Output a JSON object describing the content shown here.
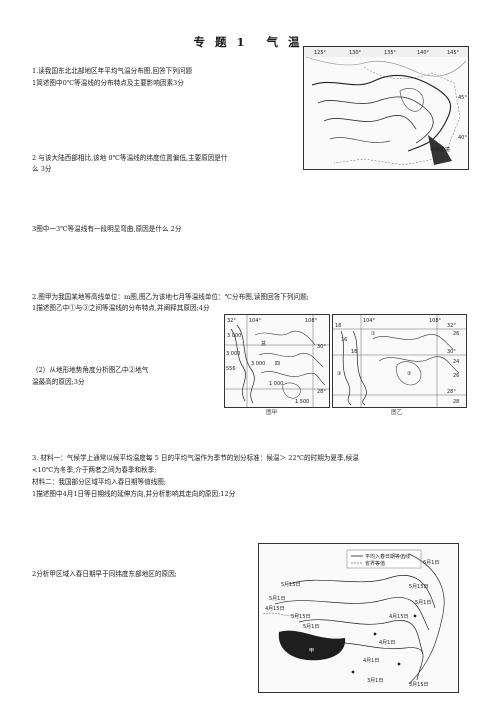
{
  "doc": {
    "title_a": "专 题 1",
    "title_b": "气 温"
  },
  "q1": {
    "intro": "1.读我国东北北部地区年平均气温分布图,回答下列问题",
    "sub1": "1简述图中0℃等温线的分布特点及主要影响因素3分",
    "sub2_l1": "2 与该大陆西部相比,该地 0℃等温线的纬度位置偏低,主要原因是什",
    "sub2_l2": "么 3分",
    "sub3": "3图中一3℃等温线有一段明显弯曲,原因是什么 2分",
    "map": {
      "lon": [
        "125°",
        "130°",
        "135°",
        "140°",
        "145°"
      ],
      "lat": [
        "45°",
        "40°"
      ],
      "place": "中朝边境"
    }
  },
  "q2": {
    "intro": "2.图甲为我国某地等高线单位：m图,图乙为该地七月等温线单位：℃分布图,读图回答下列问题;",
    "sub1": "1描述图乙中①与③之间等温线的分布特点,并阐释其原因;4分",
    "sub2_l1": "（2）从地形地势角度分析图乙中②地气",
    "sub2_l2": "温最高的原因;3分",
    "map_a": {
      "caption": "图甲",
      "lon": [
        "104°",
        "108°"
      ],
      "lat": [
        "32°",
        "30°",
        "28°"
      ],
      "elev": [
        "3 000",
        "3 000",
        "556",
        "3 000",
        "1 000",
        "1 500"
      ],
      "basin": "盆",
      "label_b": "四"
    },
    "map_b": {
      "caption": "图乙",
      "lon": [
        "104°",
        "108°"
      ],
      "lat": [
        "32°",
        "30°",
        "28°"
      ],
      "temps": [
        "18",
        "16",
        "18",
        "26",
        "24",
        "26",
        "28"
      ],
      "marks": [
        "①",
        "②",
        "③"
      ]
    }
  },
  "q3": {
    "intro_l1": "3. 材料一：气候学上通常以候平均温度每 5 日的平均气温作为季节的划分标准：候温＞ 22℃的时期为夏季,候温",
    "intro_l2": "<10℃为冬季,介于两者之间为春季和秋季;",
    "m2": "材料二：我国部分区域平均入春日期等值线图;",
    "sub1": "1描述图中4月1日等日期线的延伸方向,并分析影响其走向的原因;12分",
    "sub2": "2分析甲区域入春日期早于同纬度东部地区的原因;",
    "map": {
      "legend_1": "平均入春日期等值线",
      "legend_2": "省界等值",
      "dates": [
        "6月1日",
        "5月15日",
        "5月1日",
        "4月15日",
        "5月15日",
        "5月1日",
        "4月15日",
        "4月1日",
        "3月15日",
        "5月15日",
        "5月1日",
        "4月1日",
        "3月1日"
      ],
      "region": "甲"
    }
  }
}
